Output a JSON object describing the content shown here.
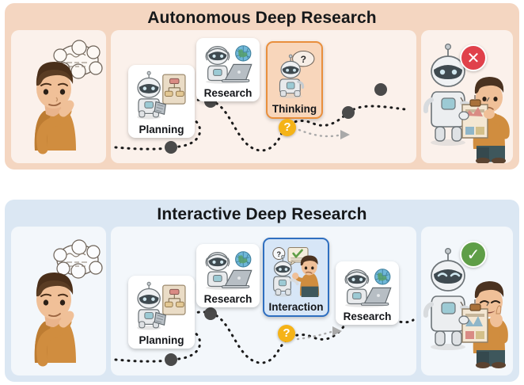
{
  "figure": {
    "title_top": "Autonomous Deep Research",
    "title_bottom": "Interactive Deep Research"
  },
  "colors": {
    "top_panel_bg": "#f4d6c1",
    "top_card_bg": "#fbf1eb",
    "bottom_panel_bg": "#dbe7f3",
    "bottom_card_bg": "#f3f7fb",
    "highlight_orange": "#e98f3d",
    "highlight_blue": "#2f6fc0",
    "question_badge": "#f5b317",
    "fail_badge": "#e0414b",
    "success_badge": "#5f9e47",
    "node_dot": "#4a4a4a",
    "path_line": "#1b1b1b"
  },
  "top_row": {
    "title": "Autonomous Deep Research",
    "user_panel": {
      "figure_name": "thinking-user",
      "thought_bubble": "scribble-lines"
    },
    "steps": [
      {
        "label": "Planning",
        "icon": "robot-with-flowchart",
        "highlight": "none"
      },
      {
        "label": "Research",
        "icon": "robot-at-laptop-globe",
        "highlight": "none"
      },
      {
        "label": "Thinking",
        "icon": "robot-question-bubble",
        "highlight": "orange"
      }
    ],
    "question_badge": "?",
    "result_panel": {
      "figure_name": "robot-hands-report-to-unhappy-user",
      "status_icon": "x-mark",
      "status_symbol": "✕"
    }
  },
  "bottom_row": {
    "title": "Interactive Deep Research",
    "user_panel": {
      "figure_name": "thinking-user",
      "thought_bubble": "scribble-lines"
    },
    "steps": [
      {
        "label": "Planning",
        "icon": "robot-with-flowchart",
        "highlight": "none"
      },
      {
        "label": "Research",
        "icon": "robot-at-laptop-globe",
        "highlight": "none"
      },
      {
        "label": "Interaction",
        "icon": "robot-and-human-dialogue",
        "highlight": "blue"
      },
      {
        "label": "Research",
        "icon": "robot-at-laptop-globe",
        "highlight": "none"
      }
    ],
    "question_badge": "?",
    "result_panel": {
      "figure_name": "robot-hands-report-to-happy-user",
      "status_icon": "check-mark",
      "status_symbol": "✓"
    }
  }
}
